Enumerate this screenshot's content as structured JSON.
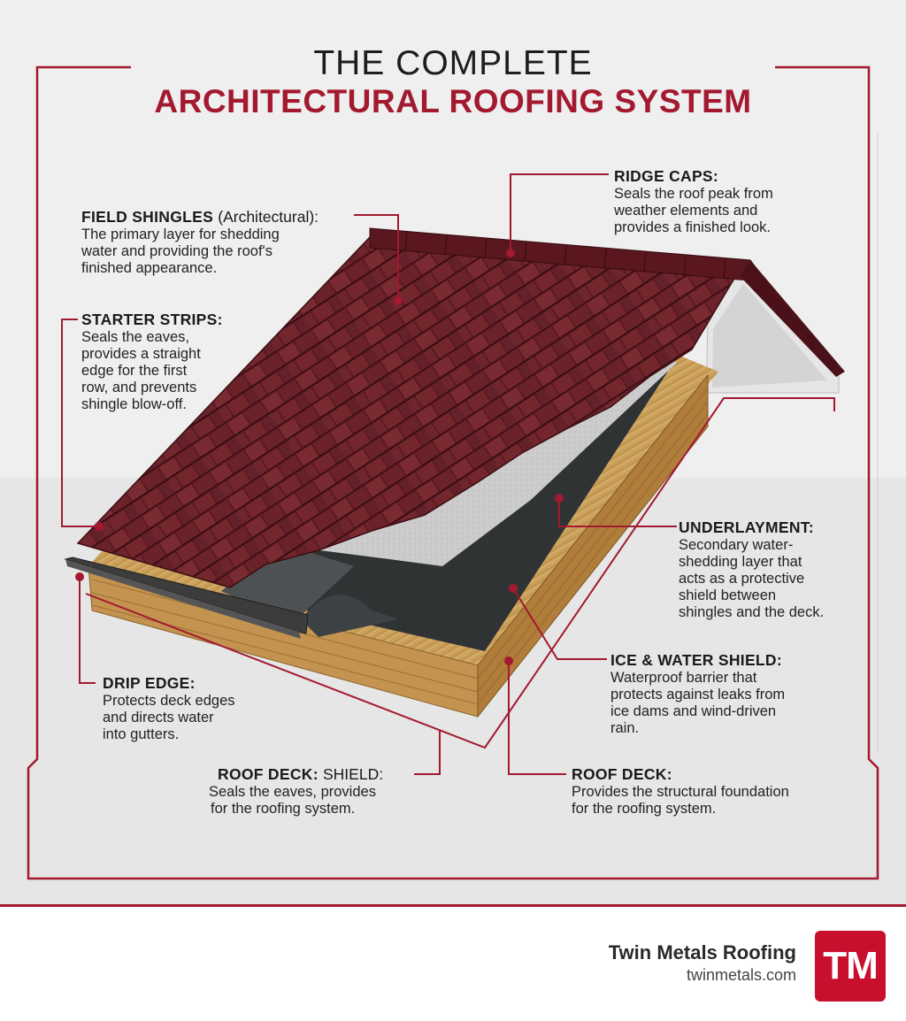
{
  "title": {
    "line1": "THE COMPLETE",
    "line2": "ARCHITECTURAL ROOFING SYSTEM"
  },
  "colors": {
    "accent": "#a3192f",
    "shingle": "#6b1f26",
    "underlayment": "#c9c9c9",
    "ice_shield": "#2f3334",
    "deck": "#c9a25b"
  },
  "callouts": {
    "ridge_caps": {
      "heading": "RIDGE CAPS:",
      "lines": [
        "Seals the roof peak from",
        "weather elements and",
        "provides a finished look."
      ]
    },
    "field_shingles": {
      "heading": "FIELD SHINGLES",
      "heading_suffix": "(Architectural):",
      "lines": [
        "The primary layer for shedding",
        "water and providing the roof's",
        "finished appearance."
      ]
    },
    "starter_strips": {
      "heading": "STARTER STRIPS:",
      "lines": [
        "Seals the eaves,",
        "provides a straight",
        "edge for the first",
        "row, and prevents",
        "shingle blow-off."
      ]
    },
    "underlayment": {
      "heading": "UNDERLAYMENT:",
      "lines": [
        "Secondary water-",
        "shedding layer that",
        "acts as a protective",
        "shield between",
        "shingles and the deck."
      ]
    },
    "ice_water_shield": {
      "heading": "ICE & WATER SHIELD:",
      "lines": [
        "Waterproof barrier that",
        "protects against leaks from",
        "ice dams and wind-driven",
        "rain."
      ]
    },
    "drip_edge": {
      "heading": "DRIP EDGE:",
      "lines": [
        "Protects deck edges",
        "and directs water",
        "into gutters."
      ]
    },
    "roof_deck_shield": {
      "heading": "ROOF DECK:",
      "heading_suffix": "SHIELD:",
      "lines": [
        "Seals the eaves, provides",
        "for the roofing system."
      ]
    },
    "roof_deck": {
      "heading": "ROOF DECK:",
      "lines": [
        "Provides the structural foundation",
        "for the roofing system."
      ]
    }
  },
  "brand": {
    "name": "Twin Metals Roofing",
    "url": "twinmetals.com",
    "logo_text": "TM"
  }
}
